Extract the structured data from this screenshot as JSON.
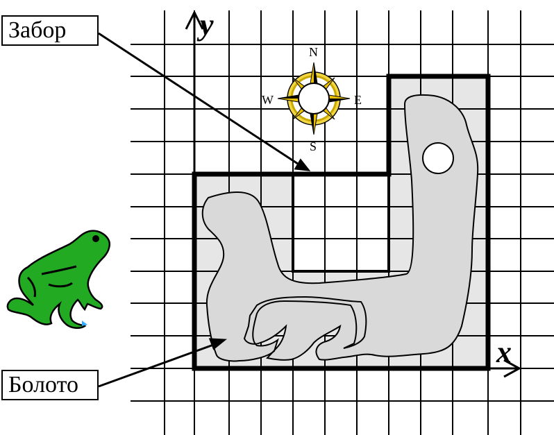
{
  "labels": {
    "fence": "Забор",
    "swamp": "Болото"
  },
  "axes": {
    "x": "x",
    "y": "y"
  },
  "compass": {
    "north": "N",
    "south": "S",
    "east": "E",
    "west": "W"
  },
  "colors": {
    "grid": "#000000",
    "swamp_fill": "#d9d9d9",
    "area_fill": "#e6e6e6",
    "compass_gold": "#e8c000",
    "frog_green": "#22aa22"
  }
}
